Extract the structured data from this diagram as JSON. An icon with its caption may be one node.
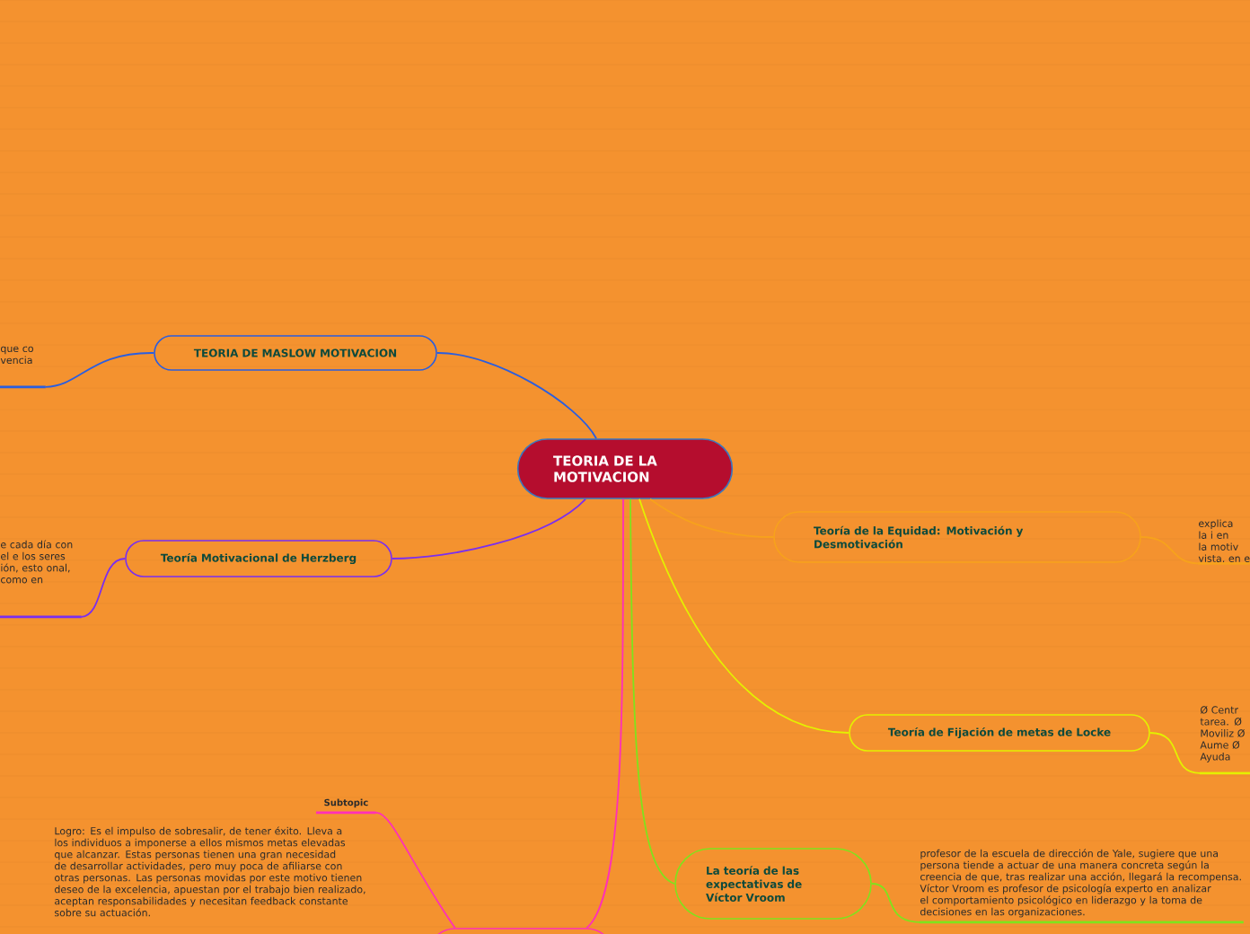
{
  "diagram": {
    "nodes": [
      {
        "text": [
          "TEORIA DE LA MOTIVACION"
        ]
      },
      {
        "text": [
          "TEORIA DE MASLOW MOTIVACION"
        ]
      },
      {
        "text": [
          "que co vencia"
        ]
      },
      {
        "text": [
          "Teoría Motivacional de Herzberg"
        ]
      },
      {
        "text": [
          "e cada día con el e los seres ión, esto onal, como en"
        ]
      },
      {
        "text": [
          "Teoría de la Equidad: Motivación y Desmotivación"
        ]
      },
      {
        "text": [
          "explica la i en la motiv vista, en e"
        ]
      },
      {
        "text": [
          "Teoría de Fijación de metas de Locke"
        ]
      },
      {
        "text": [
          "Ø Centr tarea. Ø Moviliz Ø Aume Ø Ayuda"
        ]
      },
      {
        "text": [
          "La teoría de las expectativas de Víctor Vroom"
        ]
      },
      {
        "text": [
          "profesor de la escuela de dirección de Yale, sugiere que una persona tiende a actuar de una manera concreta según la creencia de que, tras realizar una acción, llegará la recompensa. Víctor Vroom es profesor de psicología experto en analizar el comportamiento psicológico en liderazgo y la toma de decisiones en las organizaciones."
        ]
      },
      {
        "text": [],
        "shape": "box"
      },
      {
        "text": [
          "Subtopic"
        ]
      }
    ],
    "edges": [
      {
        "from": 0,
        "to": 1,
        "arrow": "none",
        "color": "#2a5ee0"
      },
      {
        "from": 0,
        "to": 3,
        "arrow": "none",
        "color": "#7a2ef0"
      },
      {
        "from": 0,
        "to": 5,
        "arrow": "none",
        "color": "#f7a21c"
      },
      {
        "from": 0,
        "to": 7,
        "arrow": "none",
        "color": "#e4f000"
      },
      {
        "from": 0,
        "to": 9,
        "arrow": "none",
        "color": "#7fe31c"
      },
      {
        "from": 0,
        "to": 11,
        "arrow": "none",
        "color": "#ff2fb8"
      },
      {
        "from": 1,
        "to": 2,
        "arrow": "none",
        "color": "#2a5ee0"
      },
      {
        "from": 3,
        "to": 4,
        "arrow": "none",
        "color": "#7a2ef0"
      },
      {
        "from": 5,
        "to": 6,
        "arrow": "none",
        "color": "#f7a21c"
      },
      {
        "from": 7,
        "to": 8,
        "arrow": "none",
        "color": "#e4f000"
      },
      {
        "from": 9,
        "to": 10,
        "arrow": "none",
        "color": "#7fe31c"
      },
      {
        "from": 11,
        "to": 12,
        "arrow": "none",
        "color": "#ff2fb8"
      }
    ],
    "labels": [
      "Logro: Es el impulso de sobresalir, de tener éxito.  Lleva a los individuos a imponerse a ellos mismos metas elevadas que alcanzar.  Estas personas tienen una gran necesidad de desarrollar actividades, pero muy poca de afiliarse con otras personas.  Las personas movidas por este motivo tienen deseo de la excelencia, apuestan por el trabajo bien realizado, aceptan responsabilidades y necesitan feedback constante sobre su actuación."
    ]
  }
}
